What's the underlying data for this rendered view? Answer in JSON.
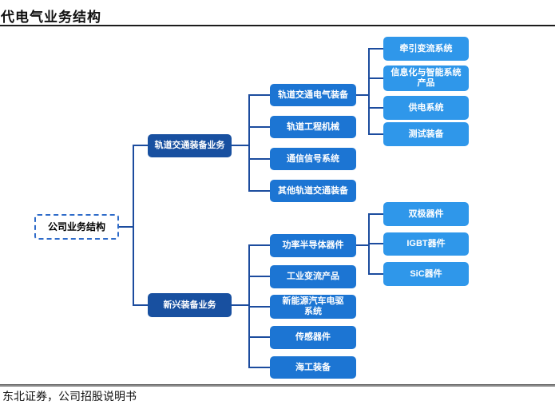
{
  "title": "代电气业务结构",
  "source": "东北证券，公司招股说明书",
  "colors": {
    "level1": "#1850A0",
    "level2": "#1C75D3",
    "level3": "#2F97EA",
    "connector": "#1C4C9E",
    "root_border": "#2E6BC9",
    "title_rule": "#1C1C1C",
    "footer_rule": "#8A8A8A"
  },
  "tree": {
    "root": {
      "label": "公司业务结构"
    },
    "branches": [
      {
        "label": "轨道交通装备业务",
        "children": [
          {
            "label": "轨道交通电气装备",
            "children": [
              {
                "label": "牵引变流系统"
              },
              {
                "label": "信息化与智能系统\n产品"
              },
              {
                "label": "供电系统"
              },
              {
                "label": "测试装备"
              }
            ]
          },
          {
            "label": "轨道工程机械"
          },
          {
            "label": "通信信号系统"
          },
          {
            "label": "其他轨道交通装备"
          }
        ]
      },
      {
        "label": "新兴装备业务",
        "children": [
          {
            "label": "功率半导体器件",
            "children": [
              {
                "label": "双极器件"
              },
              {
                "label": "IGBT器件"
              },
              {
                "label": "SiC器件"
              }
            ]
          },
          {
            "label": "工业变流产品"
          },
          {
            "label": "新能源汽车电驱\n系统"
          },
          {
            "label": "传感器件"
          },
          {
            "label": "海工装备"
          }
        ]
      }
    ]
  }
}
